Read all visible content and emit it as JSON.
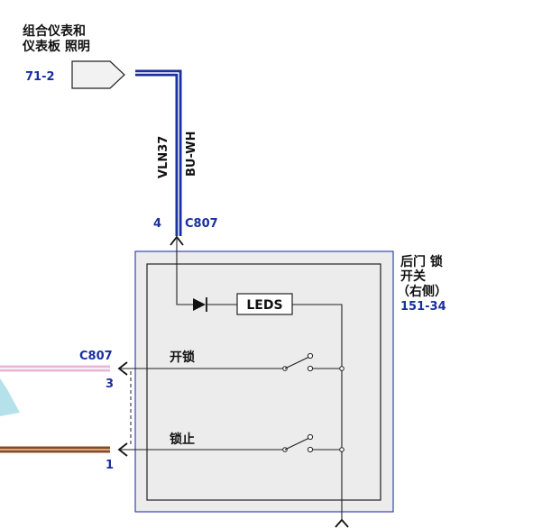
{
  "source_connector": {
    "name_line1": "组合仪表和",
    "name_line2": "仪表板 照明",
    "pin": "71-2"
  },
  "wire_top": {
    "circuit": "VLN37",
    "color_code": "BU-WH",
    "pin": "4",
    "connector": "C807"
  },
  "switch_module": {
    "name_line1": "后门 锁",
    "name_line2": "开关",
    "name_line3": "（右侧）",
    "ref": "151-34",
    "leds_label": "LEDS"
  },
  "left_connector": {
    "connector": "C807",
    "pin_upper": "3",
    "pin_lower": "1"
  },
  "switches": {
    "unlock": "开锁",
    "lock": "锁止"
  },
  "colors": {
    "label_blue": "#1a2fa0",
    "wire_blue": "#1a2fa0",
    "wire_pink": "#e9b8d8",
    "wire_brown": "#8a4a1e",
    "module_outer_border": "#3546b0",
    "module_fill": "#ececec",
    "line_dark": "#222222"
  }
}
